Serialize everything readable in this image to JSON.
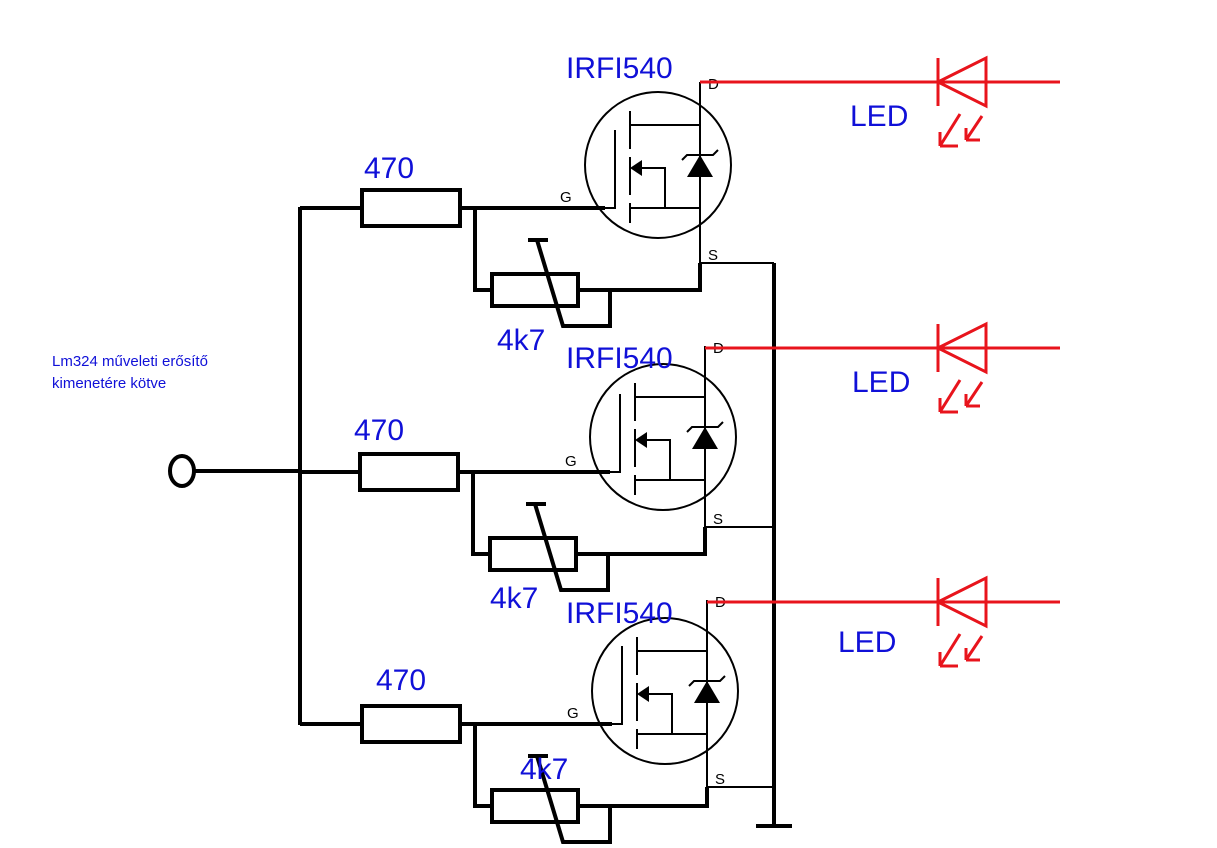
{
  "diagram": {
    "type": "circuit-schematic",
    "input_note": {
      "line1": "Lm324 műveleti erősítő",
      "line2": "kimenetére kötve"
    },
    "input_terminal": "input-terminal",
    "stages": [
      {
        "gate_resistor": "470",
        "trimmer": "4k7",
        "transistor": "IRFI540",
        "pins": {
          "gate": "G",
          "drain": "D",
          "source": "S"
        },
        "led_label": "LED"
      },
      {
        "gate_resistor": "470",
        "trimmer": "4k7",
        "transistor": "IRFI540",
        "pins": {
          "gate": "G",
          "drain": "D",
          "source": "S"
        },
        "led_label": "LED"
      },
      {
        "gate_resistor": "470",
        "trimmer": "4k7",
        "transistor": "IRFI540",
        "pins": {
          "gate": "G",
          "drain": "D",
          "source": "S"
        },
        "led_label": "LED"
      }
    ],
    "colors": {
      "wire": "#000000",
      "led_circuit": "#e8141c",
      "labels": "#1010d8"
    }
  }
}
